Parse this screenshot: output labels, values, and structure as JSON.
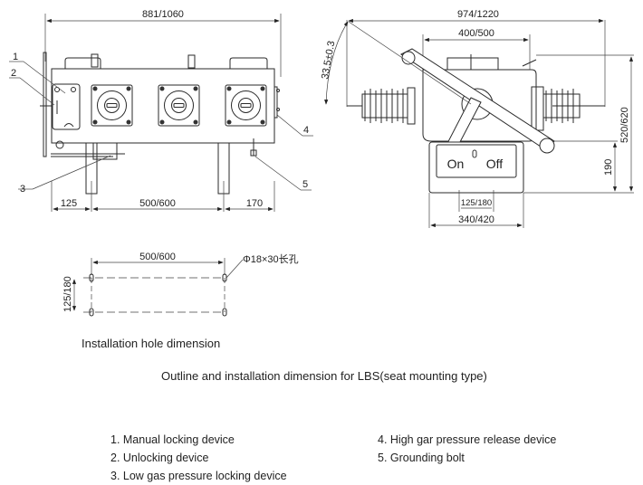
{
  "diagram": {
    "title": "Outline and installation dimension for LBS(seat mounting type)",
    "front_view": {
      "overall_width": "881/1060",
      "left_offset": "125",
      "leg_spacing": "500/600",
      "right_offset": "170",
      "callouts": [
        "1",
        "2",
        "3",
        "4",
        "5"
      ]
    },
    "side_view": {
      "overall_width": "974/1220",
      "top_width": "400/500",
      "angle": "33.5±0.3",
      "total_height": "520/620",
      "base_height": "190",
      "hole_spacing": "125/180",
      "base_width": "340/420",
      "indicator_on": "On",
      "indicator_off": "Off"
    },
    "hole_view": {
      "spacing_x": "500/600",
      "spacing_y": "125/180",
      "hole_spec": "Φ18×30长孔",
      "caption": "Installation hole dimension"
    },
    "legend": {
      "left": [
        "1. Manual locking device",
        "2. Unlocking device",
        "3. Low gas pressure locking device"
      ],
      "right": [
        "4. High gar pressure release device",
        "5. Grounding bolt"
      ]
    }
  }
}
